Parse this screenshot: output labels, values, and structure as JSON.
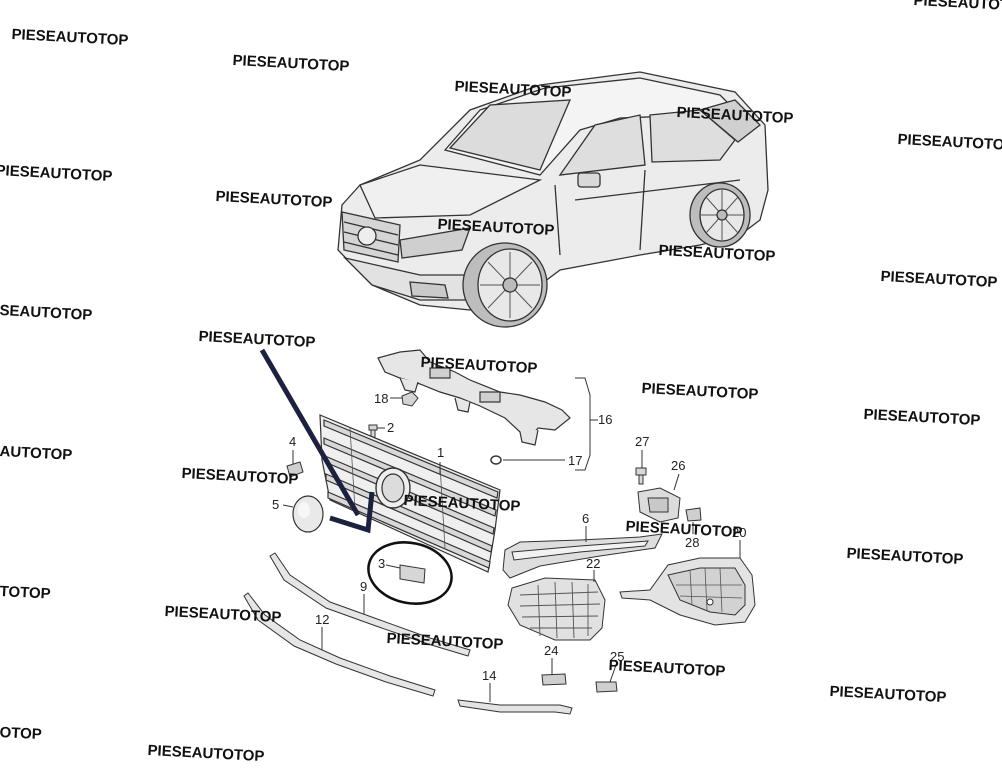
{
  "watermark": {
    "text": "PIESEAUTOTOP",
    "partials": [
      "PIESEAUTOTOP",
      "PIESEAUTOTOP",
      "SEAUTOTOP",
      "AUTOTOP",
      "TOTOP",
      "OTOP"
    ]
  },
  "callouts": {
    "c1": "1",
    "c2": "2",
    "c3": "3",
    "c4": "4",
    "c5": "5",
    "c6": "6",
    "c9": "9",
    "c12": "12",
    "c14": "14",
    "c16": "16",
    "c17": "17",
    "c18": "18",
    "c20": "20",
    "c22": "22",
    "c24": "24",
    "c25": "25",
    "c26": "26",
    "c27": "27",
    "c28": "28"
  },
  "highlight": {
    "part": "3",
    "color": "#1c2140"
  },
  "colors": {
    "line": "#333333",
    "part_fill": "#e8e8e8",
    "part_dark": "#c9c9c9",
    "arrow": "#1c2140"
  }
}
